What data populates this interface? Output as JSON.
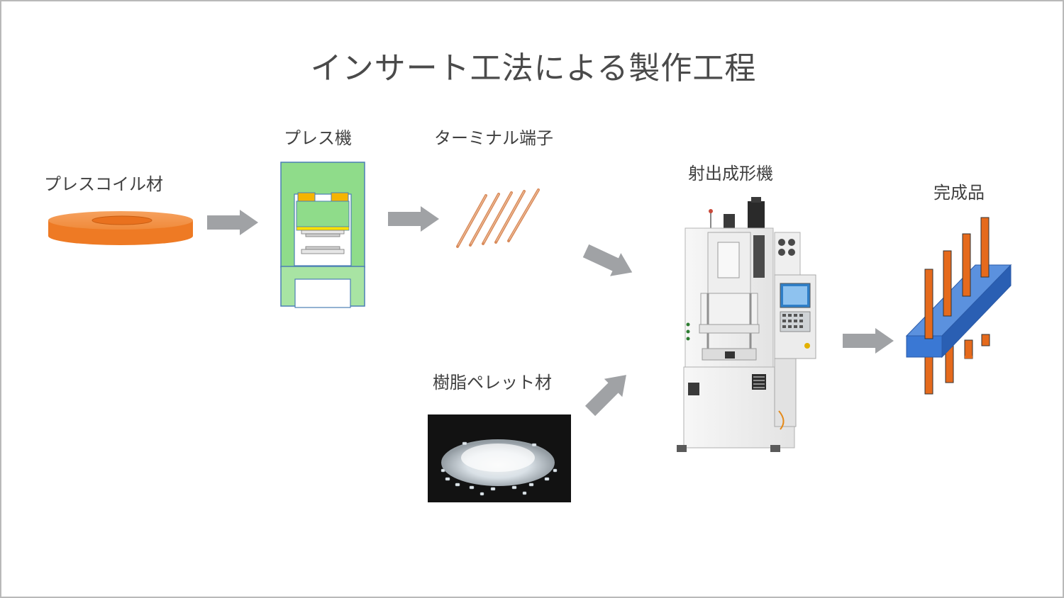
{
  "title": "インサート工法による製作工程",
  "labels": {
    "coil": "プレスコイル材",
    "press": "プレス機",
    "terminal": "ターミナル端子",
    "molding": "射出成形機",
    "finished": "完成品",
    "pellet": "樹脂ペレット材"
  },
  "colors": {
    "orange": "#ef7d2c",
    "press_green": "#8fdc8a",
    "press_yellow": "#ffd400",
    "press_orange": "#f5b400",
    "arrow_gray": "#a0a2a5",
    "block_blue": "#3a78d4",
    "pin_orange": "#e56a1c"
  }
}
